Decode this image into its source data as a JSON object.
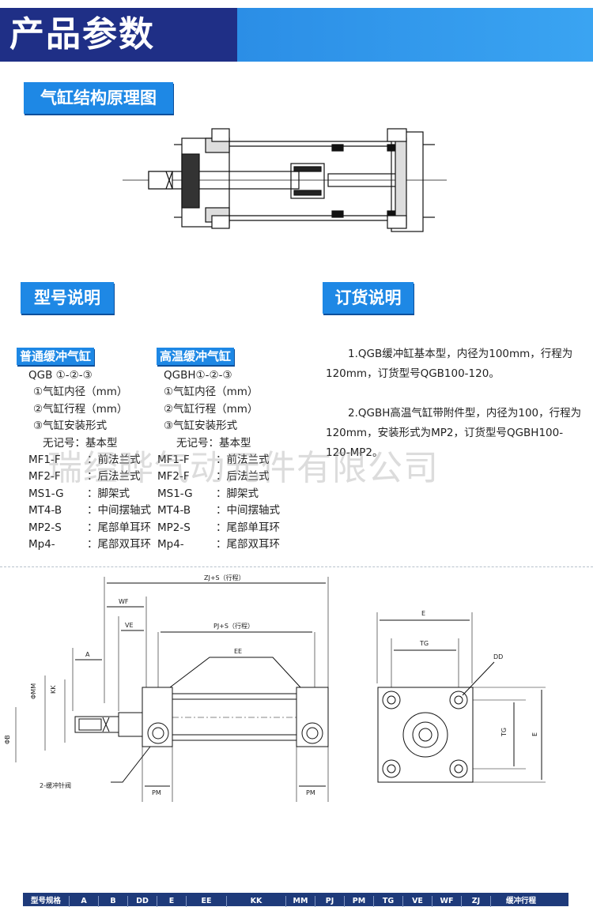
{
  "header": {
    "title": "产品参数"
  },
  "sections": {
    "structure_label": "气缸结构原理图",
    "model_label": "型号说明",
    "order_label": "订货说明"
  },
  "model": {
    "normal": {
      "title": "普通缓冲气缸",
      "code": "QGB ①-②-③",
      "lines": [
        "①气缸内径（mm）",
        "②气缸行程（mm）",
        "③气缸安装形式",
        "无记号：基本型"
      ],
      "mounts": [
        {
          "code": "MF1-F",
          "sep": "：",
          "name": "前法兰式"
        },
        {
          "code": "MF2-F",
          "sep": "：",
          "name": "后法兰式"
        },
        {
          "code": "MS1-G",
          "sep": "：",
          "name": "脚架式"
        },
        {
          "code": "MT4-B",
          "sep": "：",
          "name": "中间摆轴式"
        },
        {
          "code": "MP2-S",
          "sep": "：",
          "name": "尾部单耳环"
        },
        {
          "code": "Mp4-",
          "sep": "：",
          "name": "尾部双耳环"
        }
      ]
    },
    "high": {
      "title": "高温缓冲气缸",
      "code": "QGBH①-②-③",
      "lines": [
        "①气缸内径（mm）",
        "②气缸行程（mm）",
        "③气缸安装形式",
        "无记号：基本型"
      ],
      "mounts": [
        {
          "code": "MF1-F",
          "sep": "：",
          "name": "前法兰式"
        },
        {
          "code": "MF2-F",
          "sep": "：",
          "name": "后法兰式"
        },
        {
          "code": "MS1-G",
          "sep": "：",
          "name": "脚架式"
        },
        {
          "code": "MT4-B",
          "sep": "：",
          "name": "中间摆轴式"
        },
        {
          "code": "MP2-S",
          "sep": "：",
          "name": "尾部单耳环"
        },
        {
          "code": "Mp4-",
          "sep": "：",
          "name": "尾部双耳环"
        }
      ]
    }
  },
  "order": {
    "p1": "1.QGB缓冲缸基本型，内径为100mm，行程为120mm，订货型号QGB100-120。",
    "p2": "2.QGBH高温气缸带附件型，内径为100，行程为120mm，安装形式为MP2，订货型号QGBH100-120-MP2。"
  },
  "watermark": "瑞经晔气动元件有限公司",
  "drawing": {
    "zj": "ZJ+S（行程）",
    "wf": "WF",
    "ve": "VE",
    "pj": "PJ+S（行程）",
    "a": "A",
    "ee": "EE",
    "kk": "KK",
    "phimm": "ΦMM",
    "phib": "ΦB",
    "pm_left": "PM",
    "pm_right": "PM",
    "needle": "2-缓冲针阀",
    "e_top": "E",
    "tg_top": "TG",
    "dd": "DD",
    "tg_side": "TG",
    "e_side": "E"
  },
  "table": {
    "headers": [
      "型号规格",
      "A",
      "B",
      "DD",
      "E",
      "EE",
      "KK",
      "MM",
      "PJ",
      "PM",
      "TG",
      "VE",
      "WF",
      "ZJ",
      "缓冲行程"
    ]
  },
  "colors": {
    "header_dark": "#1f2f86",
    "header_light": "#3aa4f2",
    "chip": "#1e88e5"
  }
}
